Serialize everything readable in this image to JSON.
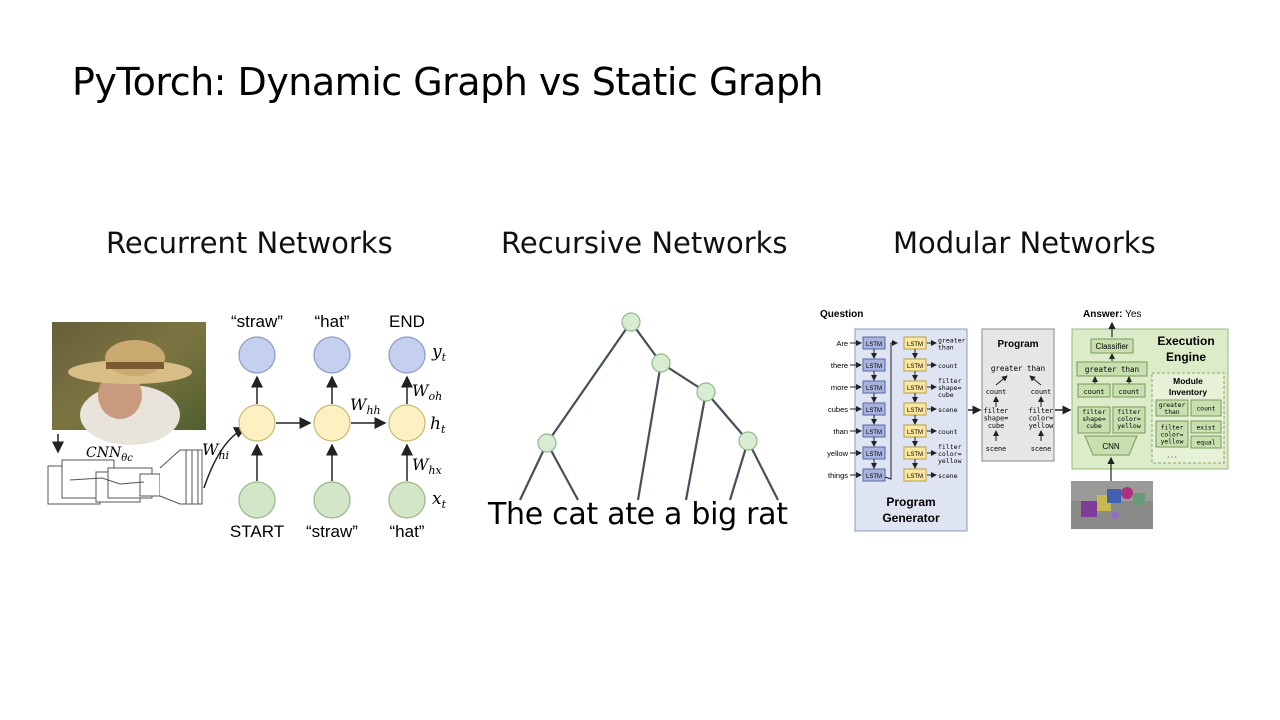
{
  "slide": {
    "title": "PyTorch: Dynamic Graph vs Static Graph",
    "sections": [
      "Recurrent Networks",
      "Recursive Networks",
      "Modular Networks"
    ]
  },
  "rnn": {
    "outputs": [
      "“straw”",
      "“hat”",
      "END"
    ],
    "inputs": [
      "START",
      "“straw”",
      "“hat”"
    ],
    "cnn_label": "CNN",
    "cnn_sub": "θc",
    "w_hi": "W",
    "w_hi_sub": "hi",
    "w_hh": "W",
    "w_hh_sub": "hh",
    "w_oh": "W",
    "w_oh_sub": "oh",
    "w_hx": "W",
    "w_hx_sub": "hx",
    "y": "y",
    "y_sub": "t",
    "h": "h",
    "h_sub": "t",
    "x": "x",
    "x_sub": "t"
  },
  "recursive": {
    "sentence": "The cat ate a big rat"
  },
  "modular": {
    "question_label": "Question",
    "question_words": [
      "Are",
      "there",
      "more",
      "cubes",
      "than",
      "yellow",
      "things"
    ],
    "lstm": "LSTM",
    "decoder_outputs": [
      "greater\nthan",
      "count",
      "filter\nshape=\ncube",
      "scene",
      "count",
      "filter\ncolor=\nyellow",
      "scene"
    ],
    "program_generator": [
      "Program",
      "Generator"
    ],
    "program_title": "Program",
    "program_root": "greater than",
    "program_left": [
      "count",
      "filter\nshape=\ncube",
      "scene"
    ],
    "program_right": [
      "count",
      "filter\ncolor=\nyellow",
      "scene"
    ],
    "answer_label": "Answer:",
    "answer_value": "Yes",
    "classifier": "Classifier",
    "greater_than": "greater than",
    "count": "count",
    "filter_shape": "filter\nshape=\ncube",
    "filter_color": "filter\ncolor=\nyellow",
    "cnn": "CNN",
    "execution_engine": [
      "Execution",
      "Engine"
    ],
    "module_inventory": [
      "Module",
      "Inventory"
    ],
    "inventory_items": [
      "greater\nthan",
      "count",
      "filter\ncolor=\nyellow",
      "exist",
      "...",
      "equal"
    ]
  }
}
